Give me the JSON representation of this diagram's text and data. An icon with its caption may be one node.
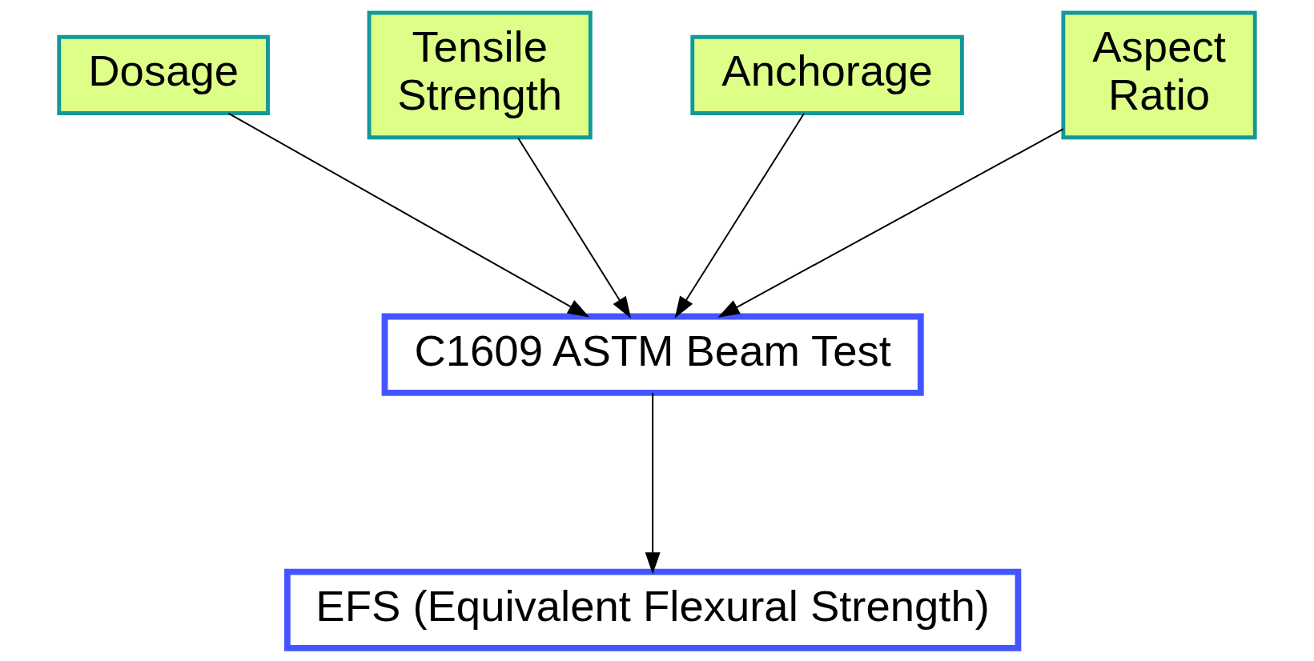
{
  "diagram": {
    "nodes": [
      {
        "text": [
          "Dosage"
        ]
      },
      {
        "text": [
          "Tensile Strength"
        ]
      },
      {
        "text": [
          "Anchorage"
        ]
      },
      {
        "text": [
          "Aspect Ratio"
        ]
      },
      {
        "text": [
          "C1609 ASTM Beam Test"
        ]
      },
      {
        "text": [
          "EFS (Equivalent Flexural Strength)"
        ]
      }
    ],
    "edges": [
      {
        "from": 0,
        "to": 4,
        "arrow": "to"
      },
      {
        "from": 1,
        "to": 4,
        "arrow": "to"
      },
      {
        "from": 2,
        "to": 4,
        "arrow": "to"
      },
      {
        "from": 3,
        "to": 4,
        "arrow": "to"
      },
      {
        "from": 4,
        "to": 5,
        "arrow": "to"
      }
    ]
  }
}
